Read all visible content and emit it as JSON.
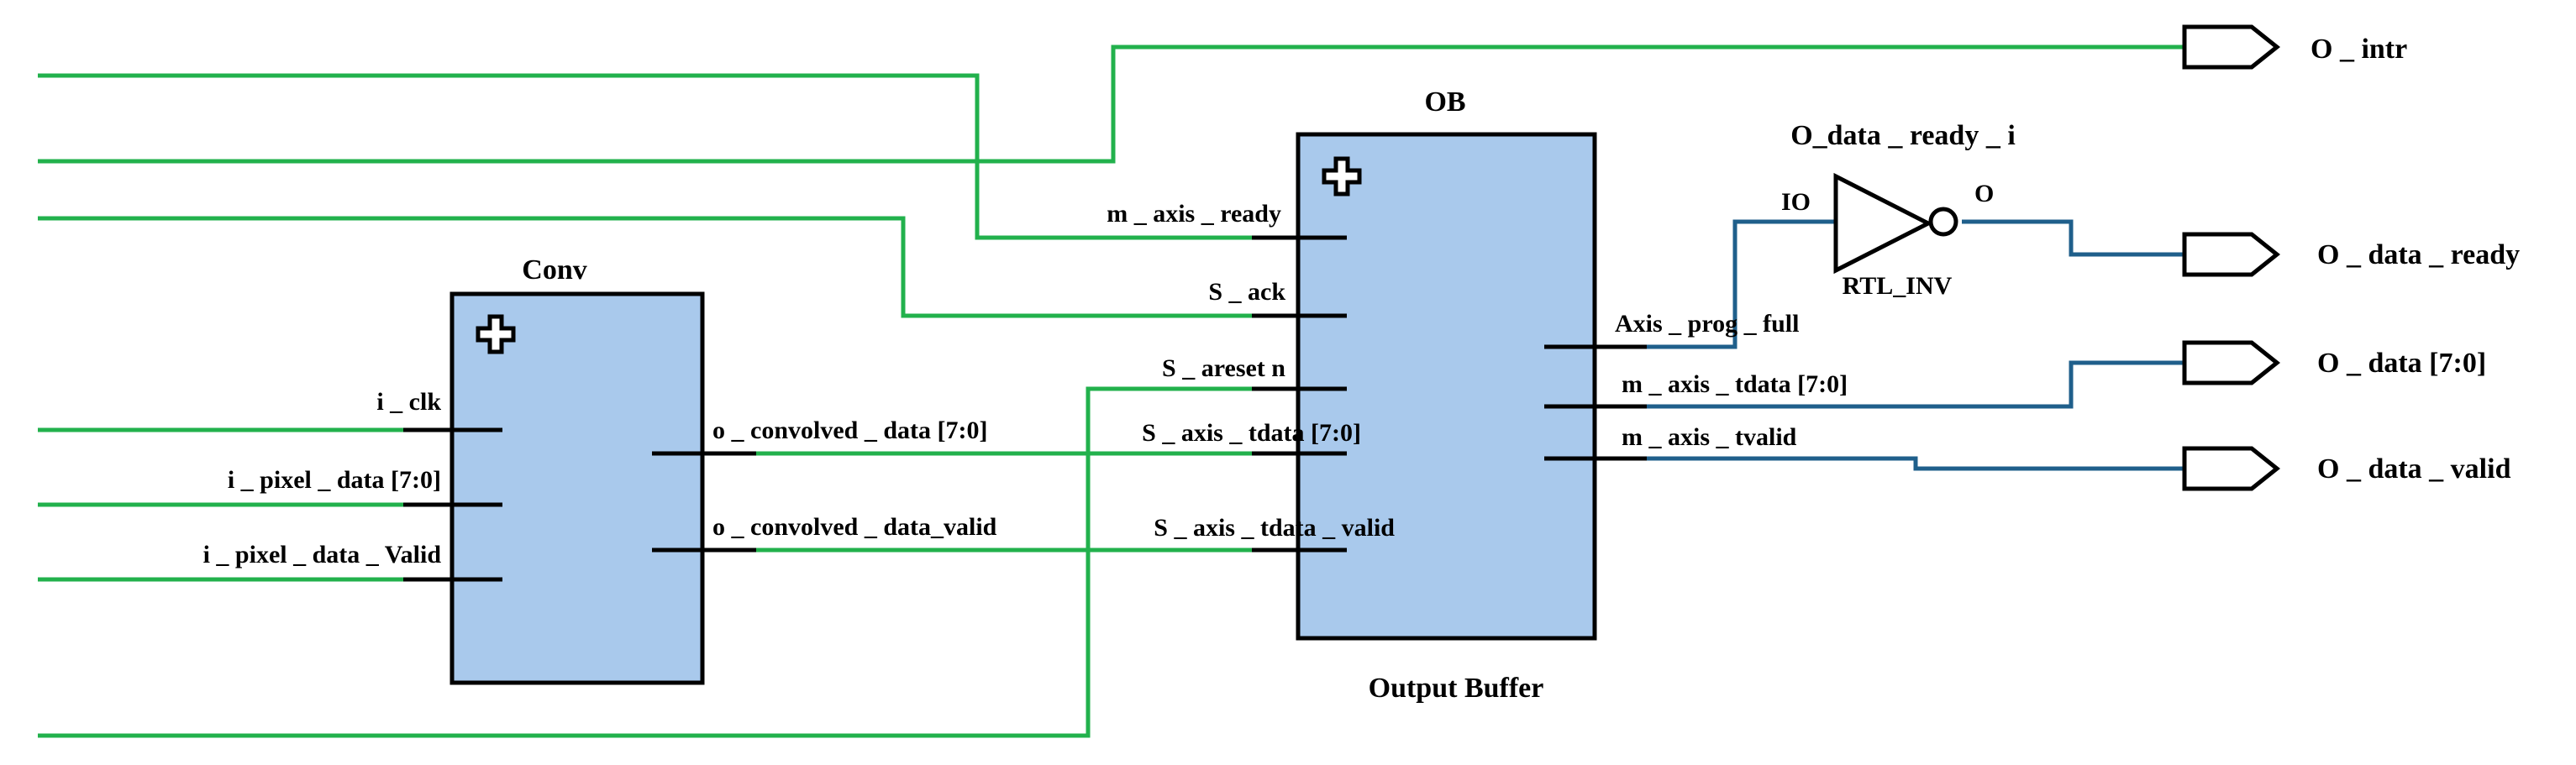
{
  "blocks": {
    "conv": {
      "title": "Conv",
      "inputs": [
        "i _ clk",
        "i _ pixel _ data [7:0]",
        "i _ pixel _ data _ Valid"
      ],
      "outputs": [
        "o _ convolved _ data [7:0]",
        "o _ convolved _ data_valid"
      ]
    },
    "ob": {
      "title": "OB",
      "subtitle": "Output Buffer",
      "inputs": [
        "m _ axis _ ready",
        "S _ ack",
        "S _ areset n",
        "S _ axis _ tdata [7:0]",
        "S _ axis _ tdata _ valid"
      ],
      "outputs": [
        "Axis _ prog _ full",
        "m _ axis _ tdata [7:0]",
        "m _ axis _ tvalid"
      ]
    },
    "inverter": {
      "instance": "O_data _ ready _ i",
      "type": "RTL_INV",
      "input_pin": "IO",
      "output_pin": "O"
    }
  },
  "ports": [
    "O _ intr",
    "O _ data _ ready",
    "O _ data [7:0]",
    "O _ data _ valid"
  ],
  "colors": {
    "green_wire": "#22b14c",
    "blue_wire": "#1f5f8b",
    "block_fill": "#a9c9ec"
  }
}
